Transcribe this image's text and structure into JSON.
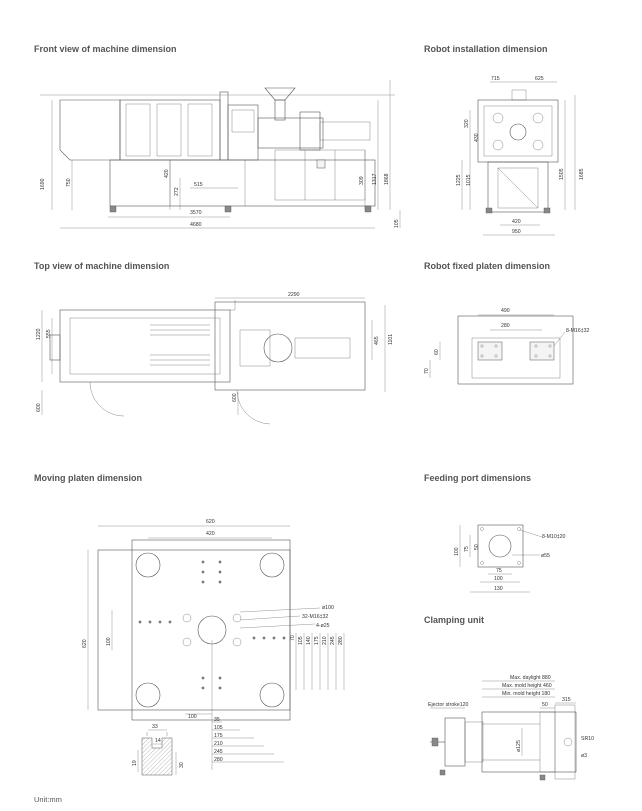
{
  "titles": {
    "front": "Front view of machine dimension",
    "robot_install": "Robot installation dimension",
    "top": "Top view of machine dimension",
    "robot_fixed": "Robot fixed platen dimension",
    "moving": "Moving platen dimension",
    "feeding": "Feeding port dimensions",
    "clamping": "Clamping unit"
  },
  "unit": "Unit:mm",
  "front_view": {
    "d_3570": "3570",
    "d_4680": "4680",
    "d_1690": "1690",
    "d_750": "750",
    "d_420": "420",
    "d_272": "272",
    "d_515": "515",
    "d_309": "309",
    "d_1317": "1317",
    "d_1868": "1868",
    "d_105": "105"
  },
  "robot_install": {
    "d_715": "715",
    "d_625": "625",
    "d_320": "320",
    "d_430": "430",
    "d_1225": "1225",
    "d_1015": "1015",
    "d_1505": "1505",
    "d_1685": "1685",
    "d_420": "420",
    "d_950": "950"
  },
  "top_view": {
    "d_2290": "2290",
    "d_1220": "1220",
    "d_555": "555",
    "d_465": "465",
    "d_1101": "1101",
    "d_600a": "600",
    "d_600b": "600"
  },
  "robot_fixed": {
    "d_490": "490",
    "d_280": "280",
    "d_60": "60",
    "d_70": "70",
    "screw": "8-M16‡32"
  },
  "moving_platen": {
    "d_620_top": "620",
    "d_420_top": "420",
    "d_620_left": "620",
    "d_100_left": "100",
    "d_dia100": "ø100",
    "screw": "32-M16‡32",
    "holes": "4-ø25",
    "vert": [
      "70",
      "105",
      "140",
      "175",
      "210",
      "245",
      "280"
    ],
    "horiz": [
      "35",
      "105",
      "175",
      "210",
      "245",
      "280"
    ],
    "d_100_bottom": "100",
    "detail": {
      "d_33": "33",
      "d_14": "14",
      "d_19": "19",
      "d_30": "30"
    }
  },
  "feeding_port": {
    "d_100": "100",
    "d_75_v": "75",
    "d_50": "50",
    "d_75_h": "75",
    "d_100_h": "100",
    "d_130": "130",
    "screw": "8-M10‡20",
    "dia": "ø55"
  },
  "clamping": {
    "max_daylight": "Max. daylight 880",
    "max_mold": "Max. mold height 460",
    "min_mold": "Min. mold height 180",
    "ejector": "Ejector stroke120",
    "d_315": "315",
    "d_50": "50",
    "d_125": "ø125",
    "d_sr10": "SR10",
    "d_phi3": "ø3"
  }
}
